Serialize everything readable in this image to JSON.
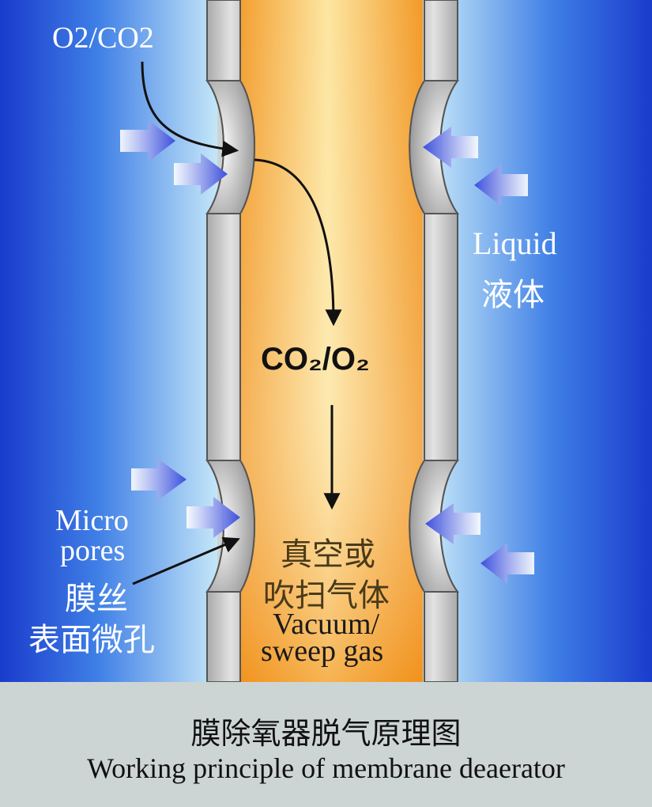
{
  "labels": {
    "gas_in": "O2/CO2",
    "liquid_en": "Liquid",
    "liquid_cn": "液体",
    "center_gas": "CO₂/O₂",
    "center_cn_line1": "真空或",
    "center_cn_line2": "吹扫气体",
    "center_en_line1": "Vacuum/",
    "center_en_line2": "sweep gas",
    "pores_en_line1": "Micro",
    "pores_en_line2": "pores",
    "pores_cn_line1": "膜丝",
    "pores_cn_line2": "表面微孔"
  },
  "caption": {
    "title_cn": "膜除氧器脱气原理图",
    "title_en": "Working principle of membrane deaerator"
  },
  "colors": {
    "liquid_edge": "#1a3fd0",
    "liquid_near_wall": "#bfe2f6",
    "lumen_edge": "#f49d2e",
    "lumen_center": "#fde7a0",
    "wall": "#c8c8c8",
    "arrow_blue": "#4457e0",
    "caption_bg": "#cdd5d4"
  }
}
